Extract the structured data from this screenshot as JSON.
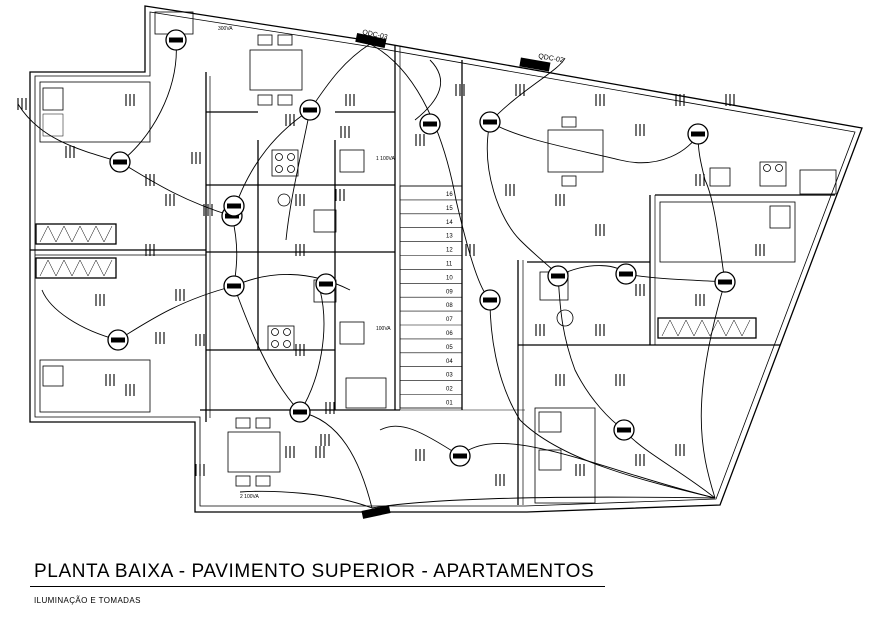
{
  "drawing": {
    "title": "PLANTA BAIXA - PAVIMENTO SUPERIOR - APARTAMENTOS",
    "subtitle": "ILUMINAÇÃO E TOMADAS"
  },
  "panels": {
    "qdc_03": "QDC-03",
    "qdc_02": "QDC-02"
  },
  "stair_steps": [
    "16",
    "15",
    "14",
    "13",
    "12",
    "11",
    "10",
    "09",
    "08",
    "07",
    "06",
    "05",
    "04",
    "03",
    "02",
    "01"
  ],
  "circuit_notes": {
    "n300va": "300VA",
    "n1_100va": "1 100VA",
    "n100va": "100VA",
    "n2_100va": "2 100VA"
  },
  "colors": {
    "line": "#000000",
    "background": "#ffffff"
  }
}
